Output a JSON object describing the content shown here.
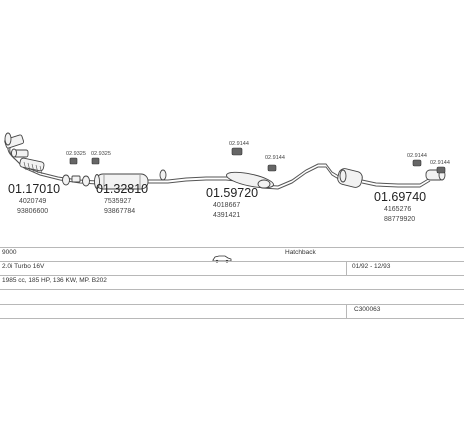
{
  "parts": [
    {
      "code": "01.17010",
      "refs": [
        "4020749",
        "93806600"
      ]
    },
    {
      "code": "01.32810",
      "refs": [
        "7535927",
        "93867784"
      ]
    },
    {
      "code": "01.59720",
      "refs": [
        "4018667",
        "4391421"
      ]
    },
    {
      "code": "01.69740",
      "refs": [
        "4165276",
        "88779920"
      ]
    }
  ],
  "fittings": {
    "left": [
      "02.9325",
      "02.9325"
    ],
    "middle": [
      "02.9144",
      "02.9144"
    ],
    "right": [
      "02.9144",
      "02.9144"
    ]
  },
  "vehicle": {
    "model": "9000",
    "body_type": "Hatchback",
    "engine": "2.0i Turbo 16V",
    "years": "01/92 - 12/93",
    "specs": "1985 cc, 185 HP, 136 KW, MP. B202",
    "catalog_number": "C300063"
  },
  "icons": {
    "body_icon": "car-silhouette-icon"
  }
}
